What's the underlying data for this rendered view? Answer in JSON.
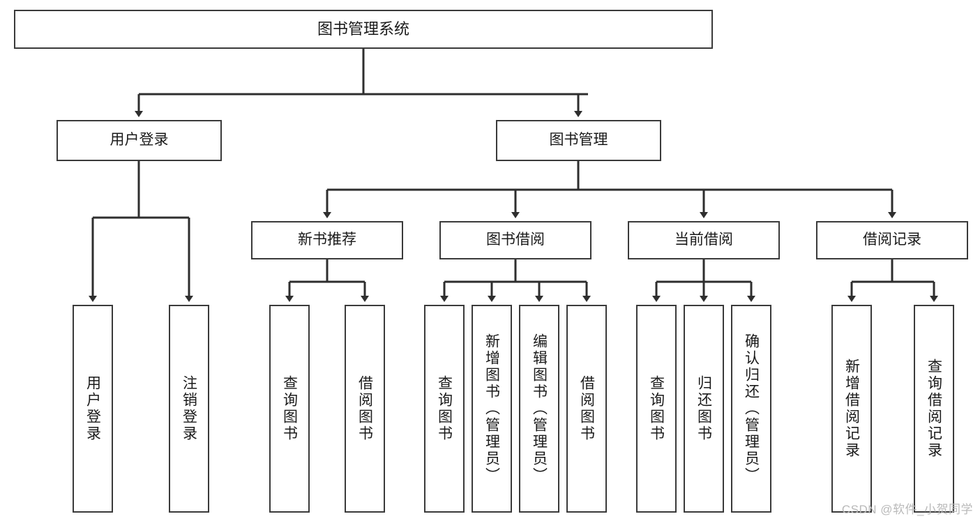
{
  "diagram": {
    "title": "图书管理系统",
    "type": "tree-hierarchy",
    "levels": {
      "root": {
        "label": "图书管理系统"
      },
      "level2": [
        {
          "label": "用户登录"
        },
        {
          "label": "图书管理"
        }
      ],
      "level3": [
        {
          "label": "新书推荐"
        },
        {
          "label": "图书借阅"
        },
        {
          "label": "当前借阅"
        },
        {
          "label": "借阅记录"
        }
      ],
      "leaves_user_login": [
        {
          "label": "用户登录"
        },
        {
          "label": "注销登录"
        }
      ],
      "leaves_new_book": [
        {
          "label": "查询图书"
        },
        {
          "label": "借阅图书"
        }
      ],
      "leaves_borrow": [
        {
          "label": "查询图书"
        },
        {
          "label": "新增图书（管理员）"
        },
        {
          "label": "编辑图书（管理员）"
        },
        {
          "label": "借阅图书"
        }
      ],
      "leaves_current": [
        {
          "label": "查询图书"
        },
        {
          "label": "归还图书"
        },
        {
          "label": "确认归还（管理员）"
        }
      ],
      "leaves_record": [
        {
          "label": "新增借阅记录"
        },
        {
          "label": "查询借阅记录"
        }
      ]
    },
    "colors": {
      "border": "#3a3a3a",
      "background": "#ffffff",
      "text": "#1a1a1a",
      "watermark": "#b9b9b9"
    }
  },
  "watermark": {
    "text": "CSDN @软件_小贺同学"
  }
}
